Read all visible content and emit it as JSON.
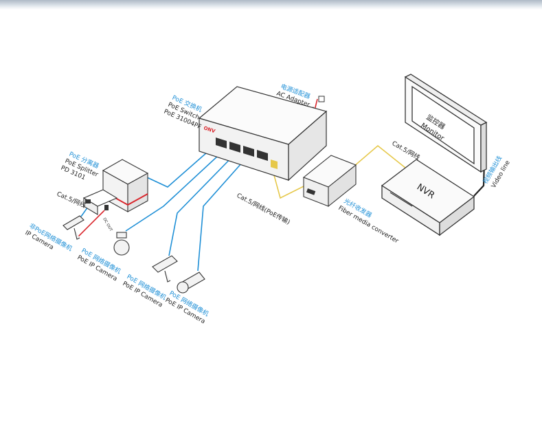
{
  "labels": {
    "ac_adapter_cn": "电源适配器",
    "ac_adapter_en": "AC Adapter",
    "switch_cn": "PoE 交换机",
    "switch_en": "PoE  Switch",
    "switch_model": "PoE 31004PF",
    "switch_brand": "ONV",
    "splitter_cn": "PoE 分离器",
    "splitter_en": "PoE Splitter",
    "splitter_model": "PD 3101",
    "splitter_dc": "DC OUT",
    "cat5_left": "Cat.5/网线",
    "cat5_poe": "Cat.5/网线(PoE传输)",
    "cat5_nvr": "Cat.5/网线",
    "fiber_cn": "光纤收发器",
    "fiber_en": "Fiber media converter",
    "monitor_cn": "监控器",
    "monitor_en": "Monitor",
    "nvr": "NVR",
    "video_cn": "视频输出线",
    "video_en": "Video line",
    "non_poe_cam_cn": "非PoE网络摄像机",
    "non_poe_cam_en": "IP Camera",
    "cam1_cn": "PoE 网络摄像机",
    "cam1_en": "PoE IP Camera",
    "cam2_cn": "PoE 网络摄像机",
    "cam2_en": "PoE IP Camera",
    "cam3_cn": "PoE 网络摄像机",
    "cam3_en": "PoE IP Camera"
  },
  "colors": {
    "poe_cable": "#1e8fd6",
    "lan_cable": "#e6c84a",
    "power_cable": "#d9262c",
    "outline": "#333333"
  }
}
